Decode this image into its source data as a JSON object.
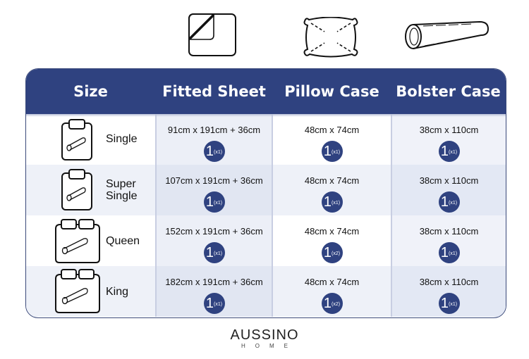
{
  "top_icons": [
    {
      "name": "fitted-sheet-icon",
      "label": "Fitted Sheet"
    },
    {
      "name": "pillow-icon",
      "label": "Pillow Case"
    },
    {
      "name": "bolster-icon",
      "label": "Bolster Case"
    }
  ],
  "table": {
    "headers": [
      "Size",
      "Fitted Sheet",
      "Pillow Case",
      "Bolster Case"
    ],
    "rows": [
      {
        "size": "Single",
        "bed_icon": "single-bed-icon",
        "fitted_sheet": {
          "dimensions": "91cm x 191cm + 36cm",
          "count": "1",
          "multiplier": "(x1)"
        },
        "pillow_case": {
          "dimensions": "48cm x 74cm",
          "count": "1",
          "multiplier": "(x1)"
        },
        "bolster_case": {
          "dimensions": "38cm x 110cm",
          "count": "1",
          "multiplier": "(x1)"
        }
      },
      {
        "size": "Super Single",
        "size_line1": "Super",
        "size_line2": "Single",
        "bed_icon": "single-bed-icon",
        "fitted_sheet": {
          "dimensions": "107cm x 191cm + 36cm",
          "count": "1",
          "multiplier": "(x1)"
        },
        "pillow_case": {
          "dimensions": "48cm x 74cm",
          "count": "1",
          "multiplier": "(x1)"
        },
        "bolster_case": {
          "dimensions": "38cm x 110cm",
          "count": "1",
          "multiplier": "(x1)"
        }
      },
      {
        "size": "Queen",
        "bed_icon": "double-bed-icon",
        "fitted_sheet": {
          "dimensions": "152cm x 191cm + 36cm",
          "count": "1",
          "multiplier": "(x1)"
        },
        "pillow_case": {
          "dimensions": "48cm x 74cm",
          "count": "1",
          "multiplier": "(x2)"
        },
        "bolster_case": {
          "dimensions": "38cm x 110cm",
          "count": "1",
          "multiplier": "(x1)"
        }
      },
      {
        "size": "King",
        "bed_icon": "double-bed-icon",
        "fitted_sheet": {
          "dimensions": "182cm x 191cm + 36cm",
          "count": "1",
          "multiplier": "(x1)"
        },
        "pillow_case": {
          "dimensions": "48cm x 74cm",
          "count": "1",
          "multiplier": "(x2)"
        },
        "bolster_case": {
          "dimensions": "38cm x 110cm",
          "count": "1",
          "multiplier": "(x1)"
        }
      }
    ]
  },
  "brand": {
    "name": "AUSSINO",
    "sub": "HOME"
  },
  "colors": {
    "header_bg": "#2f4280",
    "badge_bg": "#2f4280",
    "row_alt": "#eef1f8"
  }
}
